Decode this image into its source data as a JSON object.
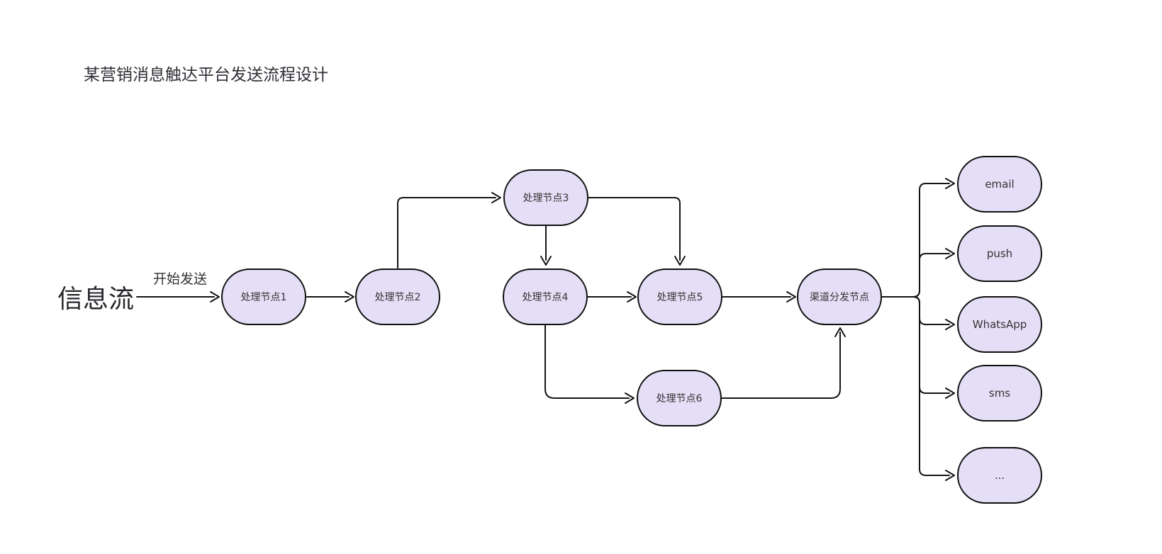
{
  "title": "某营销消息触达平台发送流程设计",
  "flow": {
    "source_label": "信息流",
    "start_edge_label": "开始发送"
  },
  "nodes": {
    "n1": {
      "label": "处理节点1"
    },
    "n2": {
      "label": "处理节点2"
    },
    "n3": {
      "label": "处理节点3"
    },
    "n4": {
      "label": "处理节点4"
    },
    "n5": {
      "label": "处理节点5"
    },
    "n6": {
      "label": "处理节点6"
    },
    "dispatch": {
      "label": "渠道分发节点"
    }
  },
  "channels": {
    "email": {
      "label": "email"
    },
    "push": {
      "label": "push"
    },
    "whatsapp": {
      "label": "WhatsApp"
    },
    "sms": {
      "label": "sms"
    },
    "more": {
      "label": "..."
    }
  },
  "edges": [
    {
      "from": "信息流",
      "to": "处理节点1",
      "label": "开始发送"
    },
    {
      "from": "处理节点1",
      "to": "处理节点2",
      "label": ""
    },
    {
      "from": "处理节点2",
      "to": "处理节点3",
      "label": ""
    },
    {
      "from": "处理节点3",
      "to": "处理节点4",
      "label": ""
    },
    {
      "from": "处理节点3",
      "to": "处理节点5",
      "label": ""
    },
    {
      "from": "处理节点4",
      "to": "处理节点5",
      "label": ""
    },
    {
      "from": "处理节点4",
      "to": "处理节点6",
      "label": ""
    },
    {
      "from": "处理节点5",
      "to": "渠道分发节点",
      "label": ""
    },
    {
      "from": "处理节点6",
      "to": "渠道分发节点",
      "label": ""
    },
    {
      "from": "渠道分发节点",
      "to": "email",
      "label": ""
    },
    {
      "from": "渠道分发节点",
      "to": "push",
      "label": ""
    },
    {
      "from": "渠道分发节点",
      "to": "WhatsApp",
      "label": ""
    },
    {
      "from": "渠道分发节点",
      "to": "sms",
      "label": ""
    },
    {
      "from": "渠道分发节点",
      "to": "...",
      "label": ""
    }
  ],
  "colors": {
    "node_fill": "#e5def7",
    "node_border": "#0f0f0f",
    "edge": "#141414",
    "text": "#333333"
  }
}
